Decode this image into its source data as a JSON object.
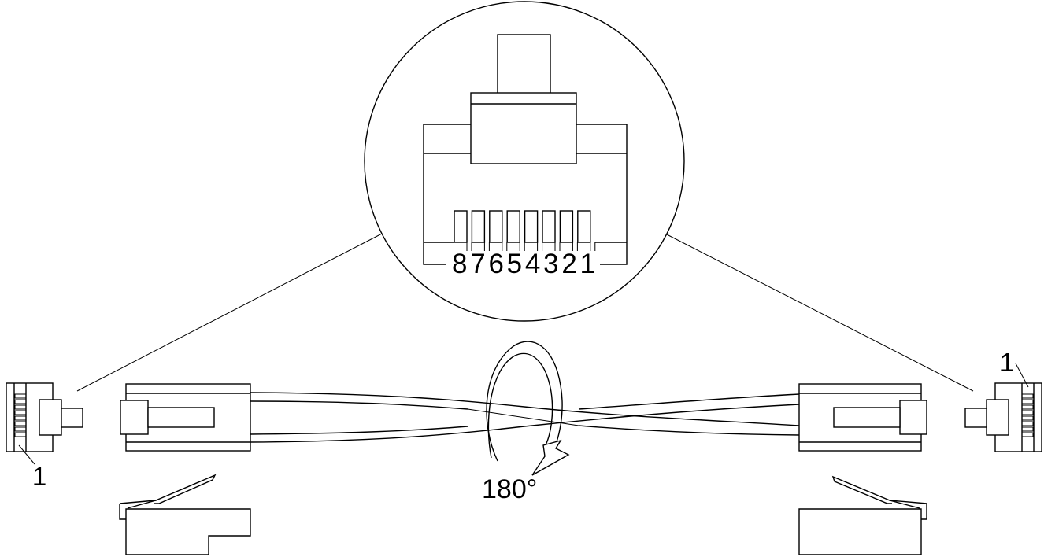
{
  "figure": {
    "pin_numbers": "87654321",
    "pin1_label_left": "1",
    "pin1_label_right": "1",
    "rotation_label": "180°",
    "line_color": "#000000",
    "background": "#ffffff"
  }
}
